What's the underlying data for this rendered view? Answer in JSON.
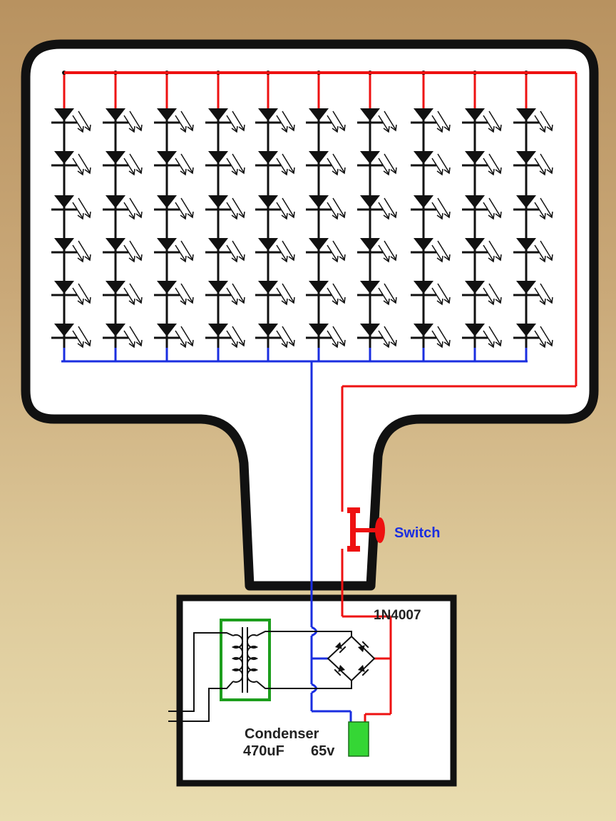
{
  "labels": {
    "switch": "Switch",
    "diode": "1N4007",
    "condenser_title": "Condenser",
    "condenser_capacitance": "470uF",
    "condenser_voltage": "65v"
  },
  "led_matrix": {
    "columns": 10,
    "leds_per_column": 6
  },
  "colors": {
    "positive_wire": "#ee1111",
    "negative_wire": "#1a2ee0",
    "transformer_frame": "#1d9e1d",
    "condenser": "#35d635",
    "switch": "#ee1111",
    "switch_label": "#1a2ee0",
    "body_outline": "#111111",
    "body_fill": "#ffffff"
  }
}
